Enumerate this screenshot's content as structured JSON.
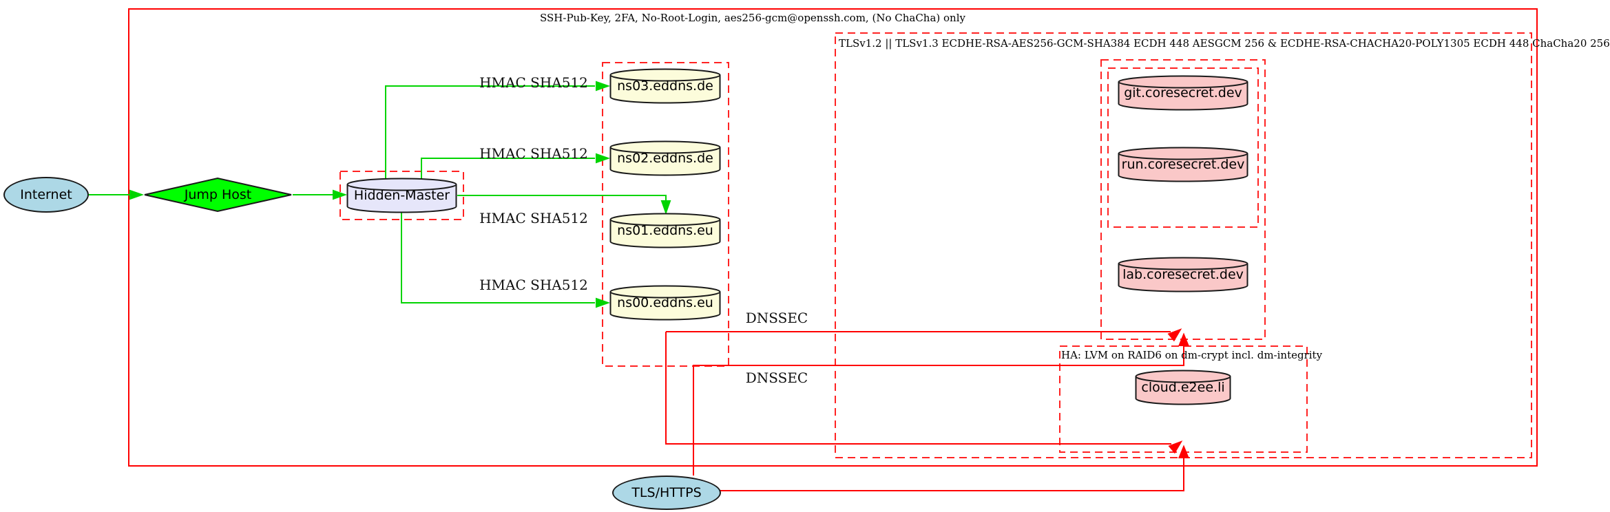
{
  "diagram": {
    "clusters": {
      "ssh": {
        "label": "SSH-Pub-Key, 2FA, No-Root-Login, aes256-gcm@openssh.com, (No ChaCha) only"
      },
      "tls": {
        "label": "TLSv1.2 || TLSv1.3 ECDHE-RSA-AES256-GCM-SHA384 ECDH 448 AESGCM 256 & ECDHE-RSA-CHACHA20-POLY1305 ECDH 448 ChaCha20 256"
      },
      "ha": {
        "label": "HA: LVM on RAID6 on dm-crypt incl. dm-integrity"
      }
    },
    "nodes": {
      "internet": {
        "label": "Internet",
        "shape": "ellipse",
        "fill": "#add8e6"
      },
      "jump_host": {
        "label": "Jump Host",
        "shape": "diamond",
        "fill": "#00ff00"
      },
      "hidden_master": {
        "label": "Hidden-Master",
        "shape": "cylinder",
        "fill": "#e6e6fa"
      },
      "ns03": {
        "label": "ns03.eddns.de",
        "shape": "cylinder",
        "fill": "#fcfcdb"
      },
      "ns02": {
        "label": "ns02.eddns.de",
        "shape": "cylinder",
        "fill": "#fcfcdb"
      },
      "ns01": {
        "label": "ns01.eddns.eu",
        "shape": "cylinder",
        "fill": "#fcfcdb"
      },
      "ns00": {
        "label": "ns00.eddns.eu",
        "shape": "cylinder",
        "fill": "#fcfcdb"
      },
      "git": {
        "label": "git.coresecret.dev",
        "shape": "cylinder",
        "fill": "#fac8c8"
      },
      "run": {
        "label": "run.coresecret.dev",
        "shape": "cylinder",
        "fill": "#fac8c8"
      },
      "lab": {
        "label": "lab.coresecret.dev",
        "shape": "cylinder",
        "fill": "#fac8c8"
      },
      "cloud": {
        "label": "cloud.e2ee.li",
        "shape": "cylinder",
        "fill": "#fac8c8"
      },
      "tls_https": {
        "label": "TLS/HTTPS",
        "shape": "ellipse",
        "fill": "#add8e6"
      }
    },
    "edge_labels": {
      "hmac1": "HMAC SHA512",
      "hmac2": "HMAC SHA512",
      "hmac3": "HMAC SHA512",
      "hmac4": "HMAC SHA512",
      "dnssec1": "DNSSEC",
      "dnssec2": "DNSSEC"
    },
    "colors": {
      "secure_edge_green": "#00d400",
      "tls_edge_red": "#ff0000",
      "cluster_border_red": "#ff2222",
      "dns_fill": "#fcfcdb",
      "web_fill": "#fac8c8",
      "endpoint_fill": "#add8e6",
      "master_fill": "#e6e6fa",
      "jump_fill": "#00ff00"
    }
  }
}
